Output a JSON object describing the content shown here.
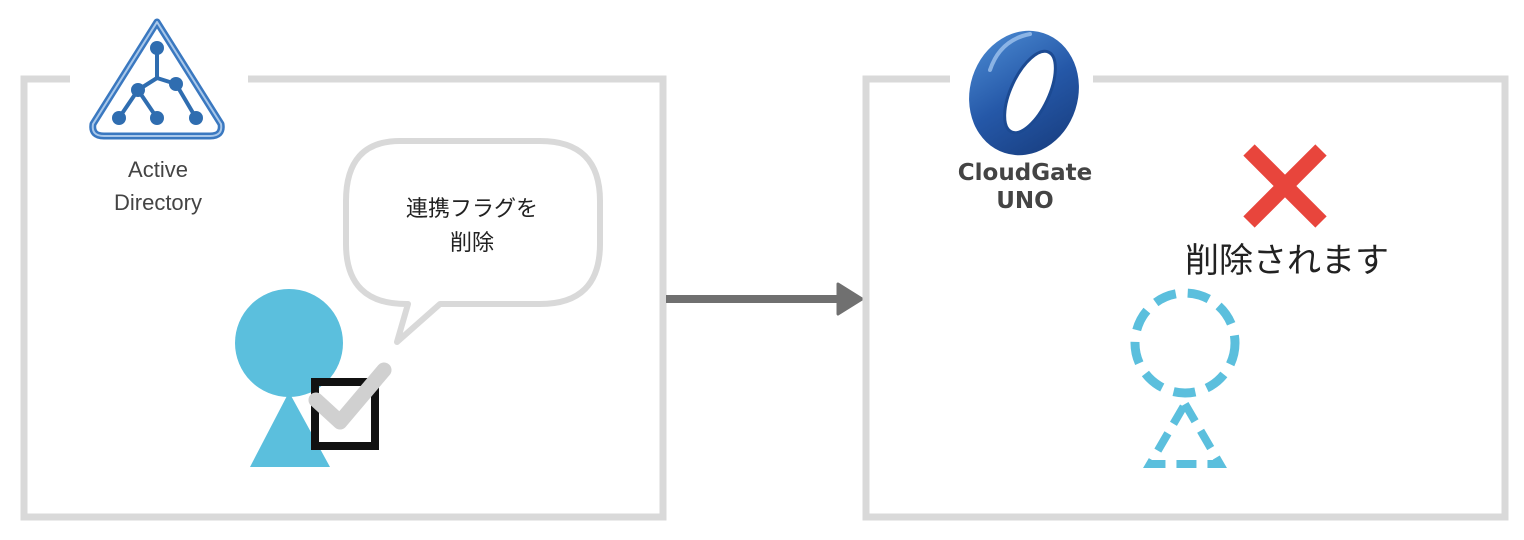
{
  "source_system": {
    "logo_line1": "Active",
    "logo_line2": "Directory",
    "bubble_line1": "連携フラグを",
    "bubble_line2": "削除"
  },
  "target_system": {
    "logo_line1": "CloudGate",
    "logo_line2": "UNO",
    "status_text": "削除されます"
  },
  "colors": {
    "frame": "#d9d9d9",
    "user": "#5bbfdd",
    "arrow": "#707070",
    "delete_mark": "#e8453c",
    "check": "#d0d0d0",
    "logo_blue": "#2f6db0"
  },
  "icons": {
    "ad_logo": "active-directory-tree-icon",
    "cg_logo": "cloudgate-ring-icon",
    "check": "checkbox-checked-icon",
    "delete": "cross-icon",
    "user": "user-icon",
    "removed_user": "dashed-user-icon"
  }
}
